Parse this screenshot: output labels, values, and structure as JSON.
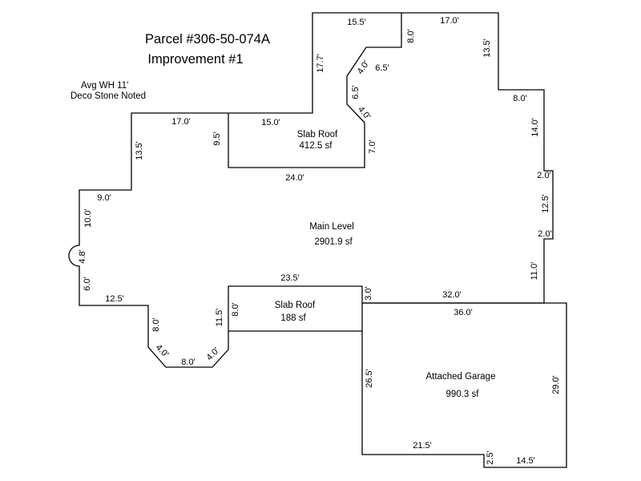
{
  "header": {
    "parcel": "Parcel #306-50-074A",
    "improvement": "Improvement #1"
  },
  "notes": {
    "avg_wall_height": "Avg WH 11'",
    "deco_stone": "Deco Stone Noted"
  },
  "areas": {
    "main_level": {
      "name": "Main Level",
      "area": "2901.9 sf"
    },
    "slab_roof_top": {
      "name": "Slab Roof",
      "area": "412.5 sf"
    },
    "slab_roof_bottom": {
      "name": "Slab Roof",
      "area": "188 sf"
    },
    "garage": {
      "name": "Attached Garage",
      "area": "990.3 sf"
    }
  },
  "dimensions": {
    "d_15_5_top": "15.5'",
    "d_17_0_top": "17.0'",
    "d_8_0_notch": "8.0'",
    "d_13_5_right": "13.5'",
    "d_8_0_right": "8.0'",
    "d_14_0_right": "14.0'",
    "d_2_0_upper": "2.0'",
    "d_12_5_right": "12.5'",
    "d_2_0_lower": "2.0'",
    "d_11_0_right": "11.0'",
    "d_17_7_left": "17.7'",
    "d_4_0_upper_bay": "4.0'",
    "d_6_5_bay_top": "6.5'",
    "d_6_5_bay_side": "6.5'",
    "d_4_0_lower_bay": "4.0'",
    "d_7_0_slab": "7.0'",
    "d_24_0_slab": "24.0'",
    "d_15_0_slab": "15.0'",
    "d_9_5_slab": "9.5'",
    "d_17_0_left": "17.0'",
    "d_13_5_left": "13.5'",
    "d_9_0_left": "9.0'",
    "d_10_0_left": "10.0'",
    "d_4_8_arc": "4.8'",
    "d_6_0_left": "6.0'",
    "d_12_5_bottom": "12.5'",
    "d_8_0_bottom_bay": "8.0'",
    "d_4_0_bay_left": "4.0'",
    "d_8_0_bay_bottom": "8.0'",
    "d_4_0_bay_right": "4.0'",
    "d_11_5_bay": "11.5'",
    "d_8_0_slab2": "8.0'",
    "d_23_5_slab2": "23.5'",
    "d_3_0_slab2": "3.0'",
    "d_32_0": "32.0'",
    "d_36_0": "36.0'",
    "d_29_0_garage": "29.0'",
    "d_26_5_garage": "26.5'",
    "d_21_5_garage": "21.5'",
    "d_2_5_garage": "2.5'",
    "d_14_5_garage": "14.5'"
  }
}
